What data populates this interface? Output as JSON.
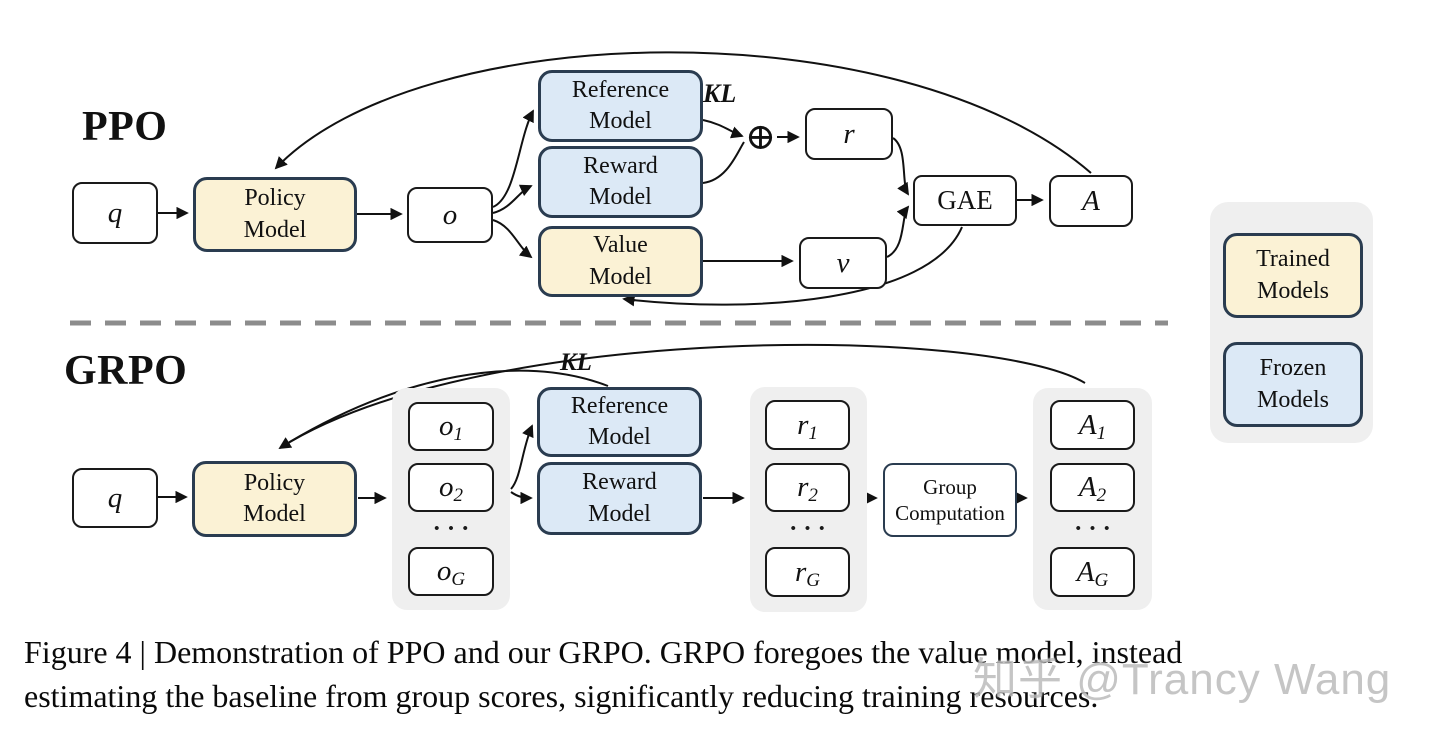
{
  "diagram": {
    "ppo": {
      "title": "PPO",
      "q": "q",
      "policy": "Policy\nModel",
      "o": "o",
      "reference": "Reference\nModel",
      "reward": "Reward\nModel",
      "value": "Value\nModel",
      "kl": "KL",
      "oplus": "⊕",
      "r": "r",
      "v": "v",
      "gae": "GAE",
      "advantage": "A"
    },
    "grpo": {
      "title": "GRPO",
      "q": "q",
      "policy": "Policy\nModel",
      "kl": "KL",
      "outputs": [
        {
          "base": "o",
          "sub": "1"
        },
        {
          "base": "o",
          "sub": "2"
        },
        {
          "base": "o",
          "sub": "G"
        }
      ],
      "dots": "•••",
      "reference": "Reference\nModel",
      "reward": "Reward\nModel",
      "rewards": [
        {
          "base": "r",
          "sub": "1"
        },
        {
          "base": "r",
          "sub": "2"
        },
        {
          "base": "r",
          "sub": "G"
        }
      ],
      "group_computation": "Group\nComputation",
      "advantages": [
        {
          "base": "A",
          "sub": "1"
        },
        {
          "base": "A",
          "sub": "2"
        },
        {
          "base": "A",
          "sub": "G"
        }
      ]
    },
    "legend": {
      "trained": "Trained\nModels",
      "frozen": "Frozen\nModels"
    },
    "caption": {
      "line1": "Figure 4 | Demonstration of PPO and our GRPO. GRPO foregoes the value model, instead",
      "line2": "estimating the baseline from group scores, significantly reducing training resources."
    },
    "watermark": "知乎 @Trancy Wang",
    "colors": {
      "trained_fill": "#FBF2D5",
      "frozen_fill": "#DCE9F6",
      "border_navy": "#2A3C50",
      "box_border": "#1A1A1A",
      "container_gray": "#EFEFEF",
      "dash_gray": "#8C8C8C",
      "arrow": "#111111",
      "watermark": "#BBBBBB"
    }
  }
}
